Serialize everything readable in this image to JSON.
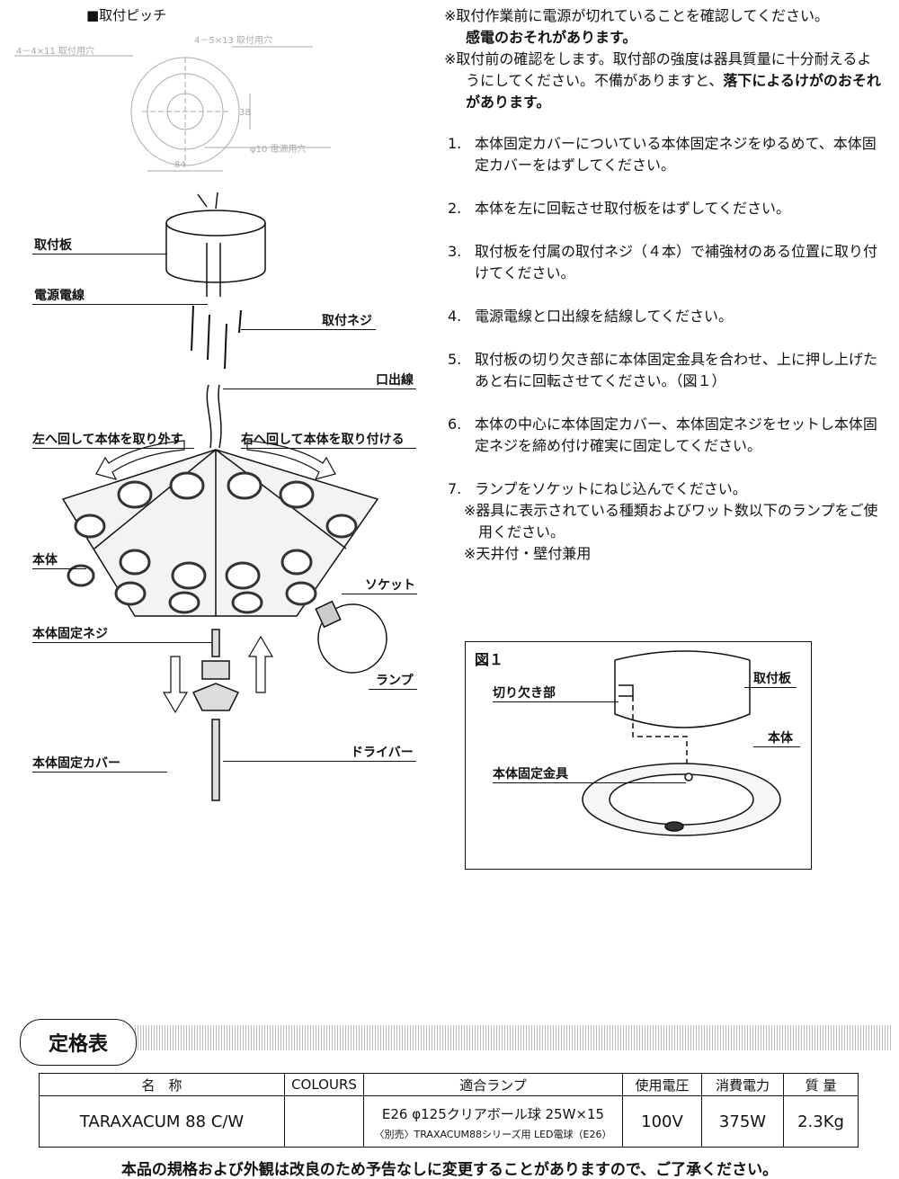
{
  "pitch": {
    "title": "■取付ピッチ",
    "dims": {
      "hole1": "4－4×11 取付用穴",
      "hole2": "4－5×13 取付用穴",
      "width": "84",
      "height": "38",
      "hole3": "φ10 電源用穴"
    }
  },
  "labels": {
    "mount_plate": "取付板",
    "power_wire": "電源電線",
    "mount_screw": "取付ネジ",
    "lead_wire": "口出線",
    "rotate_left": "左へ回して本体を取り外す",
    "rotate_right": "右へ回して本体を取り付ける",
    "body": "本体",
    "socket": "ソケット",
    "fix_screw": "本体固定ネジ",
    "lamp": "ランプ",
    "fix_cover": "本体固定カバー",
    "driver": "ドライバー"
  },
  "warnings": {
    "w1": "※取付作業前に電源が切れていることを確認してください。",
    "w1b": "感電のおそれがあります。",
    "w2": "※取付前の確認をします。取付部の強度は器具質量に十分耐えるようにしてください。不備がありますと、",
    "w2b": "落下によるけがのおそれがあります。"
  },
  "steps": [
    {
      "num": "1.",
      "text": "本体固定カバーについている本体固定ネジをゆるめて、本体固定カバーをはずしてください。"
    },
    {
      "num": "2.",
      "text": "本体を左に回転させ取付板をはずしてください。"
    },
    {
      "num": "3.",
      "text": "取付板を付属の取付ネジ（４本）で補強材のある位置に取り付けてください。"
    },
    {
      "num": "4.",
      "text": "電源電線と口出線を結線してください。"
    },
    {
      "num": "5.",
      "text": "取付板の切り欠き部に本体固定金具を合わせ、上に押し上げたあと右に回転させてください。（図１）"
    },
    {
      "num": "6.",
      "text": "本体の中心に本体固定カバー、本体固定ネジをセットし本体固定ネジを締め付け確実に固定してください。"
    },
    {
      "num": "7.",
      "text": "ランプをソケットにねじ込んでください。"
    }
  ],
  "notes": [
    "※器具に表示されている種類およびワット数以下のランプをご使用ください。",
    "※天井付・壁付兼用"
  ],
  "fig1": {
    "title": "図１",
    "notch": "切り欠き部",
    "plate": "取付板",
    "body": "本体",
    "bracket": "本体固定金具"
  },
  "rating": {
    "title": "定格表",
    "headers": [
      "名　称",
      "COLOURS",
      "適合ランプ",
      "使用電圧",
      "消費電力",
      "質 量"
    ],
    "row": {
      "name": "TARAXACUM 88 C/W",
      "colours": "",
      "lamp1": "E26 φ125クリアボール球 25W×15",
      "lamp2": "〈別売〉TRAXACUM88シリーズ用 LED電球（E26）",
      "voltage": "100V",
      "power": "375W",
      "weight": "2.3Kg"
    }
  },
  "footer": "本品の規格および外観は改良のため予告なしに変更することがありますので、ご了承ください。"
}
